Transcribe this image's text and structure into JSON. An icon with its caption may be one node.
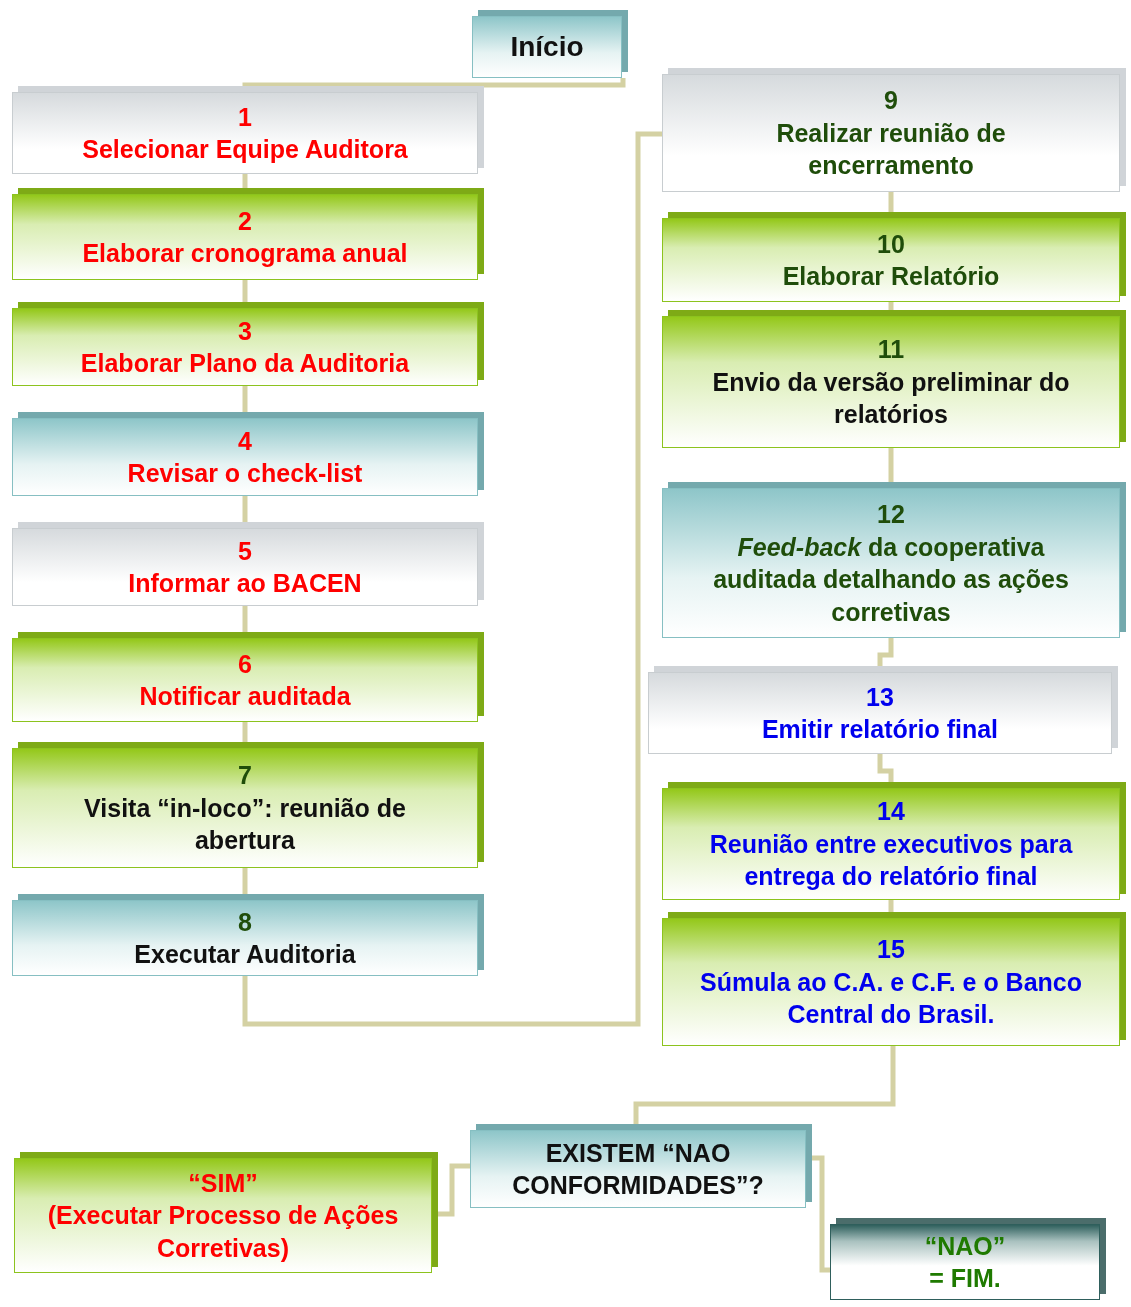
{
  "diagram": {
    "nodes": [
      {
        "text": [
          "Início"
        ]
      },
      {
        "text": [
          "1",
          "Selecionar Equipe Auditora"
        ]
      },
      {
        "text": [
          "2",
          "Elaborar cronograma anual"
        ]
      },
      {
        "text": [
          "3",
          "Elaborar Plano da Auditoria"
        ]
      },
      {
        "text": [
          "4",
          "Revisar o check-list"
        ]
      },
      {
        "text": [
          "5",
          "Informar ao BACEN"
        ]
      },
      {
        "text": [
          "6",
          "Notificar auditada"
        ]
      },
      {
        "text": [
          "7",
          "Visita “in-loco”: reunião de abertura"
        ]
      },
      {
        "text": [
          "8",
          "Executar Auditoria"
        ]
      },
      {
        "text": [
          "9",
          "Realizar reunião de encerramento"
        ]
      },
      {
        "text": [
          "10",
          "Elaborar Relatório"
        ]
      },
      {
        "text": [
          "11",
          "Envio da versão preliminar do relatórios"
        ]
      },
      {
        "text": [
          "12",
          "*Feed-back* da cooperativa auditada detalhando as ações corretivas"
        ]
      },
      {
        "text": [
          "13",
          "Emitir relatório final"
        ]
      },
      {
        "text": [
          "14",
          "Reunião entre executivos para entrega do relatório final"
        ]
      },
      {
        "text": [
          "15",
          "Súmula ao C.A. e C.F. e o Banco Central do Brasil."
        ]
      },
      {
        "text": [
          "EXISTEM “NAO CONFORMIDADES”?"
        ]
      },
      {
        "text": [
          "“SIM”",
          "(Executar Processo de Ações Corretivas)"
        ]
      },
      {
        "text": [
          "“NAO”",
          "= FIM."
        ]
      }
    ],
    "edges": [
      {
        "from": 0,
        "to": 1,
        "arrow": "none"
      },
      {
        "from": 1,
        "to": 2,
        "arrow": "none"
      },
      {
        "from": 2,
        "to": 3,
        "arrow": "none"
      },
      {
        "from": 3,
        "to": 4,
        "arrow": "none"
      },
      {
        "from": 4,
        "to": 5,
        "arrow": "none"
      },
      {
        "from": 5,
        "to": 6,
        "arrow": "none"
      },
      {
        "from": 6,
        "to": 7,
        "arrow": "none"
      },
      {
        "from": 7,
        "to": 8,
        "arrow": "none"
      },
      {
        "from": 8,
        "to": 9,
        "arrow": "none"
      },
      {
        "from": 9,
        "to": 10,
        "arrow": "none"
      },
      {
        "from": 10,
        "to": 11,
        "arrow": "none"
      },
      {
        "from": 11,
        "to": 12,
        "arrow": "none"
      },
      {
        "from": 12,
        "to": 13,
        "arrow": "none"
      },
      {
        "from": 13,
        "to": 14,
        "arrow": "none"
      },
      {
        "from": 14,
        "to": 15,
        "arrow": "none"
      },
      {
        "from": 15,
        "to": 16,
        "arrow": "none"
      },
      {
        "from": 16,
        "to": 17,
        "arrow": "none"
      },
      {
        "from": 16,
        "to": 18,
        "arrow": "none"
      }
    ]
  }
}
